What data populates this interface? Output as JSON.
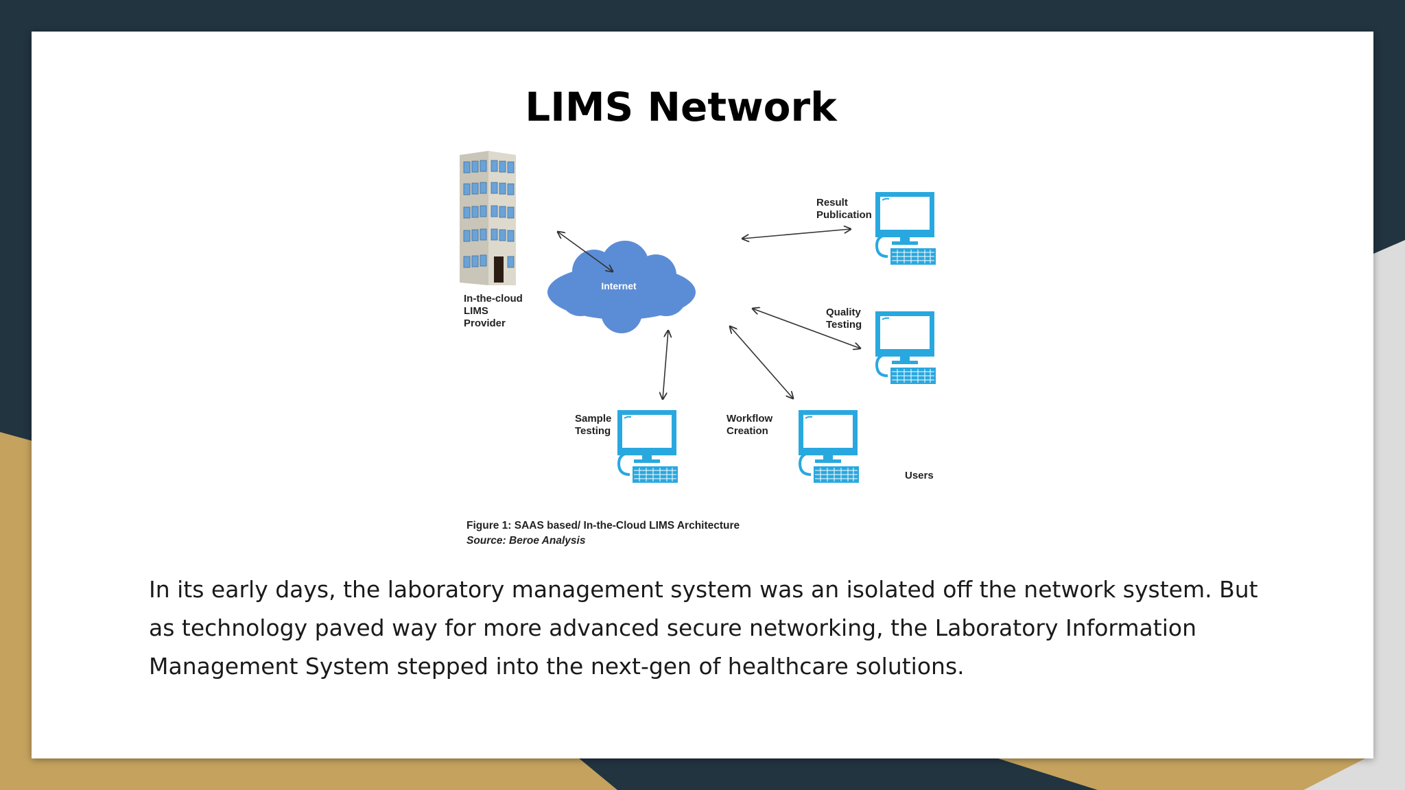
{
  "slide": {
    "title": "LIMS Network",
    "body": "In its early days, the laboratory management system was an isolated off the network system. But as technology paved way for more advanced secure networking, the Laboratory Information Management System stepped into the next-gen of healthcare solutions."
  },
  "diagram": {
    "internet_label": "Internet",
    "provider_label": [
      "In-the-cloud",
      "LIMS",
      "Provider"
    ],
    "result_publication": [
      "Result",
      "Publication"
    ],
    "quality_testing": [
      "Quality",
      "Testing"
    ],
    "sample_testing": [
      "Sample",
      "Testing"
    ],
    "workflow_creation": [
      "Workflow",
      "Creation"
    ],
    "users_label": "Users",
    "figure_caption": "Figure 1: SAAS based/ In-the-Cloud LIMS Architecture",
    "source_caption": "Source: Beroe Analysis"
  },
  "colors": {
    "frame_dark": "#223440",
    "frame_gold": "#c5a35e",
    "cloud_blue": "#5b8dd6",
    "monitor_blue": "#29a8df"
  }
}
